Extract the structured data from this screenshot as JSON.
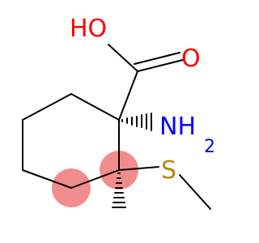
{
  "molecule": {
    "labels": {
      "oh": "HO",
      "carbonyl_o": "O",
      "nh2_main": "NH",
      "nh2_sub": "2",
      "s": "S"
    },
    "colors": {
      "oxygen": "#ff0000",
      "nitrogen": "#0000ff",
      "sulfur": "#b8860b",
      "bond": "#000000",
      "highlight": "#f28c8c"
    }
  }
}
